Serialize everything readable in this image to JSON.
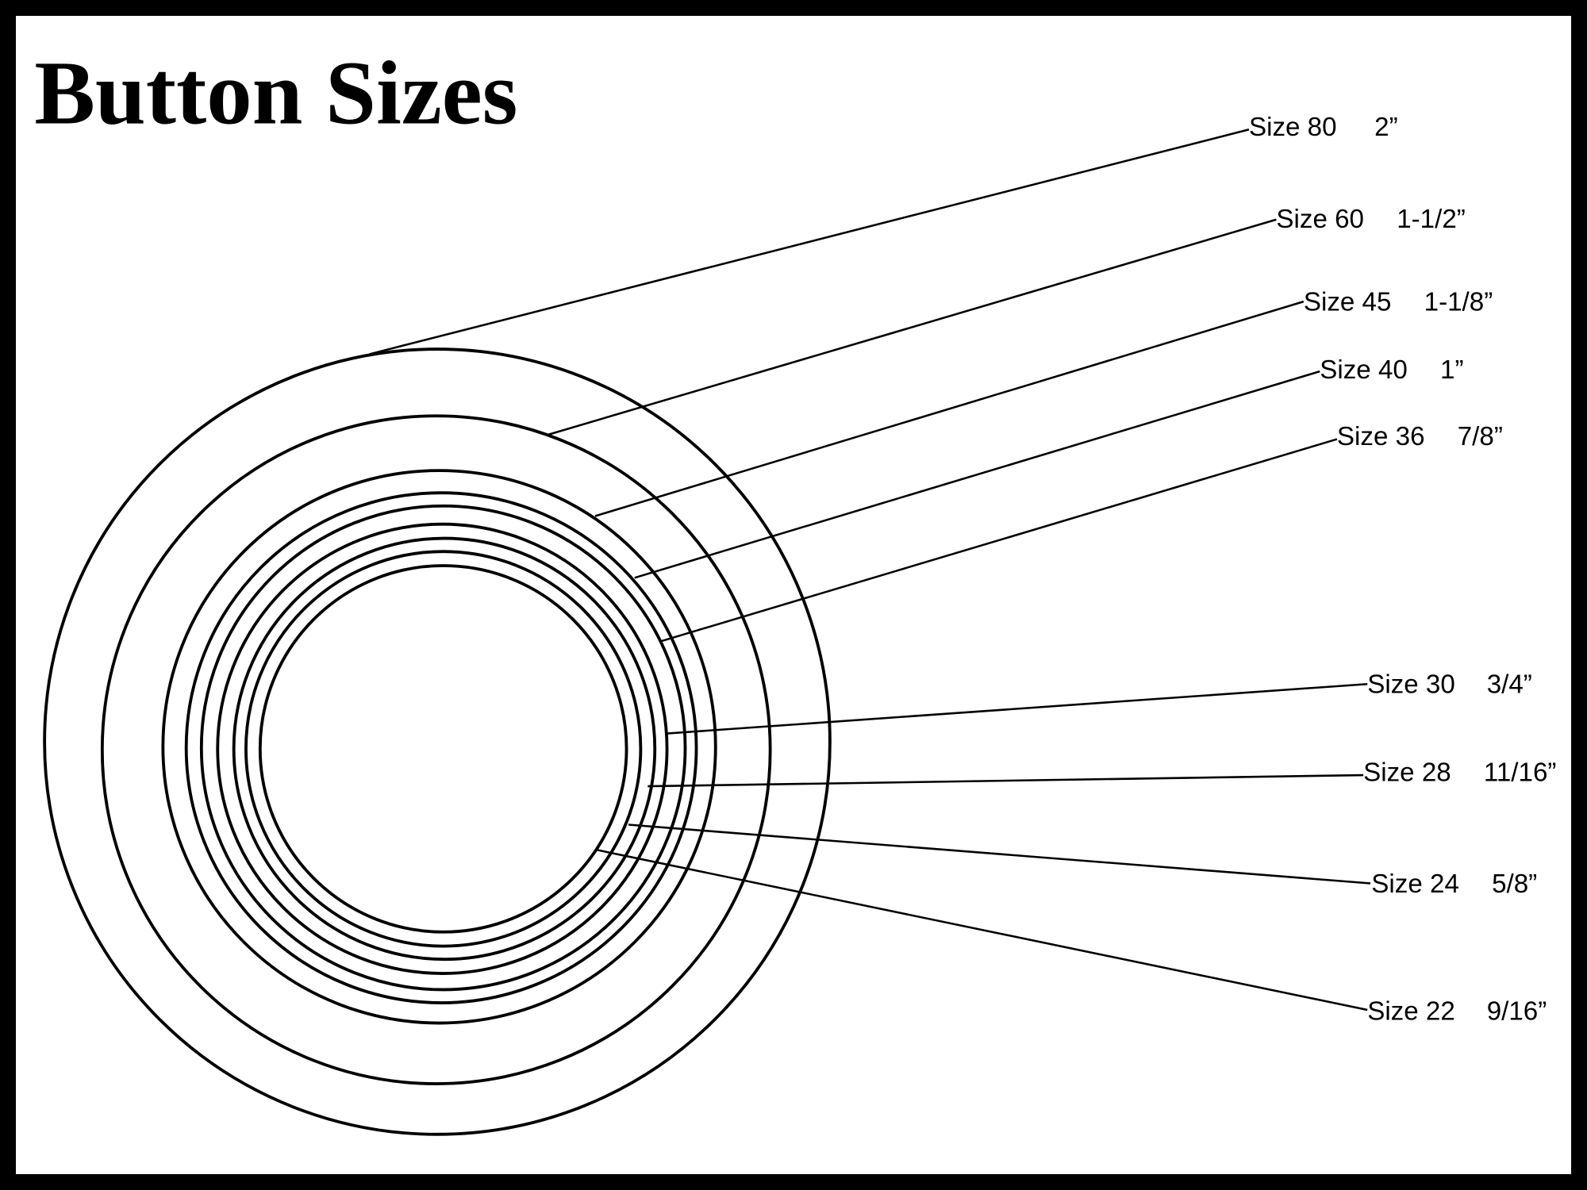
{
  "title": "Button Sizes",
  "sizes": [
    {
      "size": "Size 80",
      "inches": "2”"
    },
    {
      "size": "Size 60",
      "inches": "1-1/2”"
    },
    {
      "size": "Size 45",
      "inches": "1-1/8”"
    },
    {
      "size": "Size 40",
      "inches": "1”"
    },
    {
      "size": "Size 36",
      "inches": "7/8”"
    },
    {
      "size": "Size 30",
      "inches": "3/4”"
    },
    {
      "size": "Size 28",
      "inches": "11/16”"
    },
    {
      "size": "Size 24",
      "inches": "5/8”"
    },
    {
      "size": "Size 22",
      "inches": "9/16”"
    }
  ]
}
